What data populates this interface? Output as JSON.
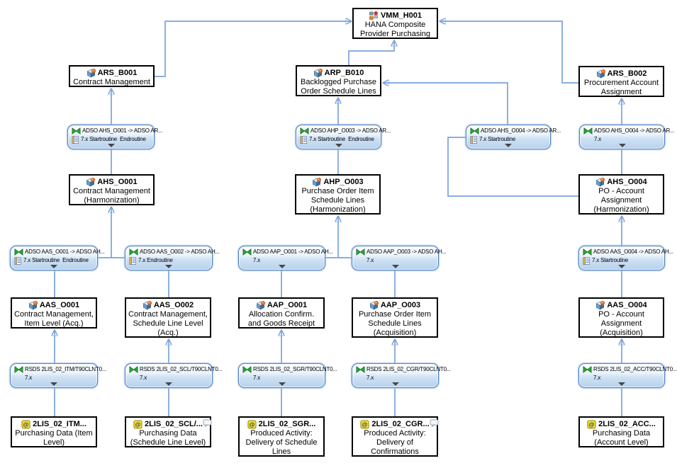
{
  "colors": {
    "connector": "#7aa3da",
    "arrowhead": "#3a6bd0",
    "transform_border": "#4d7dbf",
    "transform_fill": "#cfe2f4",
    "datasource_yellow": "#f2e42d",
    "node_border": "#000000"
  },
  "nodes": {
    "VMM_H001": {
      "title": "VMM_H001",
      "icon": "composite-provider-icon",
      "lines": [
        "HANA Composite",
        "Provider Purchasing"
      ]
    },
    "ARS_B001": {
      "title": "ARS_B001",
      "icon": "adso-cube-icon",
      "lines": [
        "Contract Management"
      ]
    },
    "ARP_B010": {
      "title": "ARP_B010",
      "icon": "adso-cube-icon",
      "lines": [
        "Backlogged Purchase",
        "Order Schedule Lines"
      ]
    },
    "ARS_B002": {
      "title": "ARS_B002",
      "icon": "adso-cube-icon",
      "lines": [
        "Procurement Account",
        "Assignment"
      ]
    },
    "AHS_O001": {
      "title": "AHS_O001",
      "icon": "adso-cube-icon",
      "lines": [
        "Contract Management",
        "(Harmonization)"
      ]
    },
    "AHP_O003": {
      "title": "AHP_O003",
      "icon": "adso-cube-icon",
      "lines": [
        "Purchase Order Item",
        "Schedule Lines",
        "(Harmonization)"
      ]
    },
    "AHS_O004": {
      "title": "AHS_O004",
      "icon": "adso-cube-icon",
      "lines": [
        "PO - Account",
        "Assignment",
        "(Harmonization)"
      ]
    },
    "AAS_O001": {
      "title": "AAS_O001",
      "icon": "adso-cube-icon",
      "lines": [
        "Contract Management,",
        "Item Level (Acq.)"
      ]
    },
    "AAS_O002": {
      "title": "AAS_O002",
      "icon": "adso-cube-icon",
      "lines": [
        "Contract Management,",
        "Schedule Line Level",
        "(Acq.)"
      ]
    },
    "AAP_O001": {
      "title": "AAP_O001",
      "icon": "adso-cube-icon",
      "lines": [
        "Allocation Confirm.",
        "and Goods Receipt"
      ]
    },
    "AAP_O003": {
      "title": "AAP_O003",
      "icon": "adso-cube-icon",
      "lines": [
        "Purchase Order Item",
        "Schedule Lines",
        "(Acquisition)"
      ]
    },
    "AAS_O004": {
      "title": "AAS_O004",
      "icon": "adso-cube-icon",
      "lines": [
        "PO - Account",
        "Assignment",
        "(Acquisition)"
      ]
    },
    "DS_ITM": {
      "title": "2LIS_02_ITM...",
      "icon": "datasource-icon",
      "lines": [
        "Purchasing Data (Item",
        "Level)"
      ]
    },
    "DS_SCL": {
      "title": "2LIS_02_SCL/...",
      "icon": "datasource-icon",
      "note": "documentation-note",
      "lines": [
        "Purchasing Data",
        "(Schedule Line Level)"
      ]
    },
    "DS_SGR": {
      "title": "2LIS_02_SGR...",
      "icon": "datasource-icon",
      "lines": [
        "Produced Activity:",
        "Delivery of Schedule",
        "Lines"
      ]
    },
    "DS_CGR": {
      "title": "2LIS_02_CGR...",
      "icon": "datasource-icon",
      "note": "documentation-note",
      "lines": [
        "Produced Activity:",
        "Delivery of",
        "Confirmations"
      ]
    },
    "DS_ACC": {
      "title": "2LIS_02_ACC...",
      "icon": "datasource-icon",
      "lines": [
        "Purchasing Data",
        "(Account Level)"
      ]
    }
  },
  "transforms": {
    "T1": {
      "name": "ADSO AHS_O001 -> ADSO AR...",
      "detail": "7.x Startroutine  Endroutine"
    },
    "T2": {
      "name": "ADSO AHP_O003 -> ADSO AR...",
      "detail": "7.x Startroutine  Endroutine"
    },
    "T3": {
      "name": "ADSO AHS_O004 -> ADSO AR...",
      "detail": "7.x Startroutine"
    },
    "T4": {
      "name": "ADSO AHS_O004 -> ADSO AR...",
      "detail": "7.x"
    },
    "TB1": {
      "name": "ADSO AAS_O001 -> ADSO AH...",
      "detail": "7.x Startroutine  Endroutine"
    },
    "TB2": {
      "name": "ADSO AAS_O002 -> ADSO AH...",
      "detail": "7.x Endroutine"
    },
    "TB3": {
      "name": "ADSO AAP_O001 -> ADSO AH...",
      "detail": "7.x"
    },
    "TB4": {
      "name": "ADSO AAP_O003 -> ADSO AH...",
      "detail": "7.x"
    },
    "TB5": {
      "name": "ADSO AAS_O004 -> ADSO AH...",
      "detail": "7.x Startroutine"
    },
    "R1": {
      "name": "RSDS 2LIS_02_ITM/T90CLNT0...",
      "detail": "7.x"
    },
    "R2": {
      "name": "RSDS 2LIS_02_SCL/T90CLNT0...",
      "detail": "7.x"
    },
    "R3": {
      "name": "RSDS 2LIS_02_SGR/T90CLNT0...",
      "detail": "7.x"
    },
    "R4": {
      "name": "RSDS 2LIS_02_CGR/T90CLNT0...",
      "detail": "7.x"
    },
    "R5": {
      "name": "RSDS 2LIS_02_ACC/T90CLNT0...",
      "detail": "7.x"
    }
  }
}
